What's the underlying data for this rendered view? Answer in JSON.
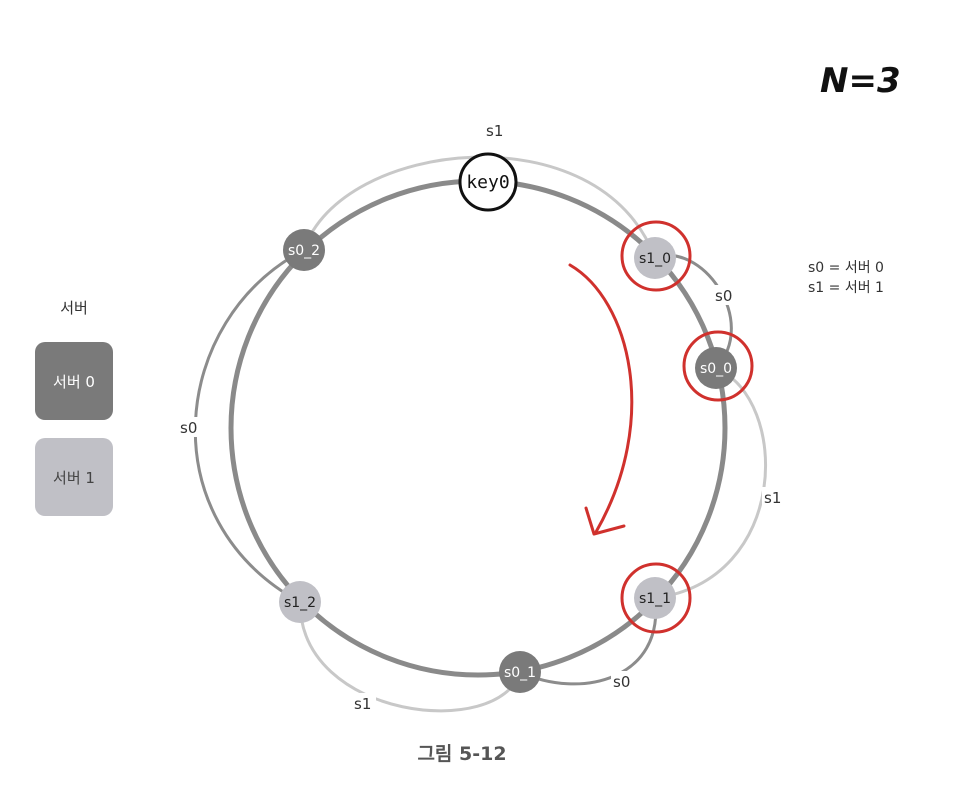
{
  "replication_factor_label": "N=3",
  "key": {
    "label": "key0"
  },
  "nodes": [
    {
      "id": "s0_2",
      "label": "s0_2",
      "server": "s0"
    },
    {
      "id": "s1_0",
      "label": "s1_0",
      "server": "s1"
    },
    {
      "id": "s0_0",
      "label": "s0_0",
      "server": "s0"
    },
    {
      "id": "s1_1",
      "label": "s1_1",
      "server": "s1"
    },
    {
      "id": "s0_1",
      "label": "s0_1",
      "server": "s0"
    },
    {
      "id": "s1_2",
      "label": "s1_2",
      "server": "s1"
    }
  ],
  "highlighted_nodes": [
    "s1_0",
    "s0_0",
    "s1_1"
  ],
  "connections": [
    {
      "label": "s1",
      "from": "s0_2",
      "to": "s1_0"
    },
    {
      "label": "s0",
      "from": "s1_0",
      "to": "s0_0"
    },
    {
      "label": "s1",
      "from": "s0_0",
      "to": "s1_1"
    },
    {
      "label": "s0",
      "from": "s1_1",
      "to": "s0_1"
    },
    {
      "label": "s1",
      "from": "s0_1",
      "to": "s1_2"
    },
    {
      "label": "s0",
      "from": "s1_2",
      "to": "s0_2"
    }
  ],
  "mapping": {
    "line1": "s0 = 서버 0",
    "line2": "s1 = 서버 1"
  },
  "legend": {
    "title": "서버",
    "items": [
      {
        "label": "서버 0",
        "color": "#7a7a7a"
      },
      {
        "label": "서버 1",
        "color": "#c0c0c6"
      }
    ]
  },
  "caption": "그림 5-12",
  "colors": {
    "server0": "#7a7a7a",
    "server1": "#c0c0c6",
    "ring": "#8a8a8a",
    "highlight": "#d0312d",
    "arc_s0": "#8c8c8c",
    "arc_s1": "#c4c4c4"
  }
}
